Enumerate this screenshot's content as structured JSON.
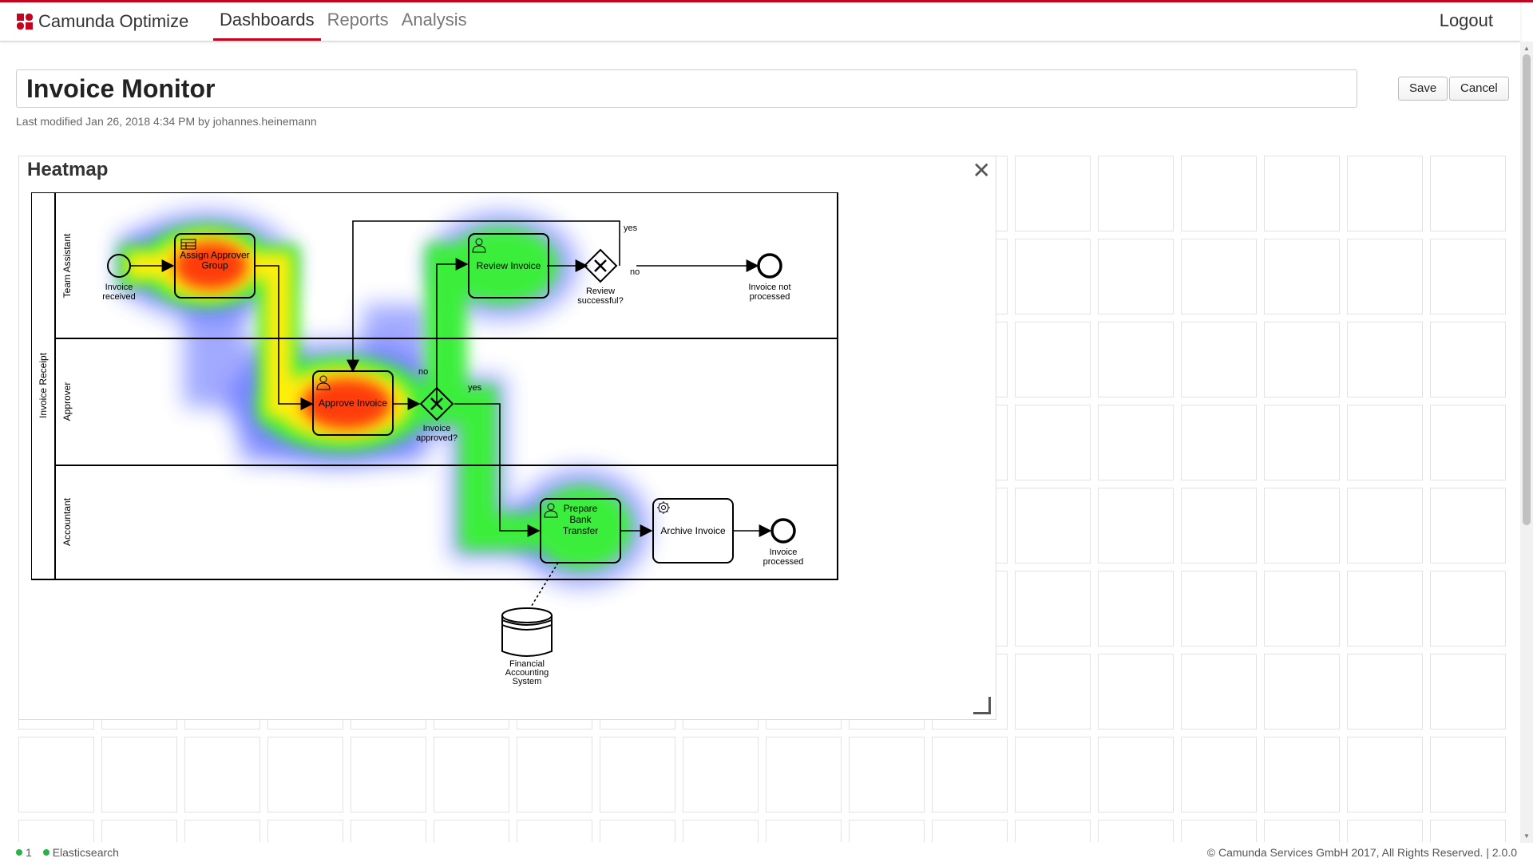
{
  "app": {
    "brand_name": "Camunda Optimize"
  },
  "nav": {
    "items": [
      "Dashboards",
      "Reports",
      "Analysis"
    ],
    "active": "Dashboards"
  },
  "header": {
    "logout_label": "Logout"
  },
  "dashboard": {
    "name": "Invoice Monitor",
    "last_modified_label": "Last modified Jan 26, 2018 4:34 PM by johannes.heinemann",
    "save_label": "Save",
    "cancel_label": "Cancel"
  },
  "report_tile": {
    "title": "Heatmap",
    "close_label": "✕",
    "diagram": {
      "pool_label": "Invoice Receipt",
      "lanes": [
        "Team Assistant",
        "Approver",
        "Accountant"
      ],
      "elements": {
        "start_event": "Invoice received",
        "assign_task": "Assign Approver Group",
        "review_task": "Review Invoice",
        "review_gateway": "Review successful?",
        "end_not_processed": "Invoice not processed",
        "approve_task": "Approve Invoice",
        "approve_gateway": "Invoice approved?",
        "prepare_task": "Prepare Bank Transfer",
        "archive_task": "Archive Invoice",
        "end_processed": "Invoice processed",
        "data_store": "Financial Accounting System"
      },
      "flow_labels": {
        "yes": "yes",
        "no": "no"
      },
      "heat_colors": {
        "hot": "#ff2a00",
        "warm": "#ffff00",
        "mid": "#22ff22",
        "cool": "#3344ff"
      }
    }
  },
  "footer": {
    "status_count": "1",
    "status_service": "Elasticsearch",
    "copyright": "© Camunda Services GmbH 2017, All Rights Reserved. | 2.0.0",
    "status_color": "#27b24a"
  },
  "brand_color": "#c5051f"
}
